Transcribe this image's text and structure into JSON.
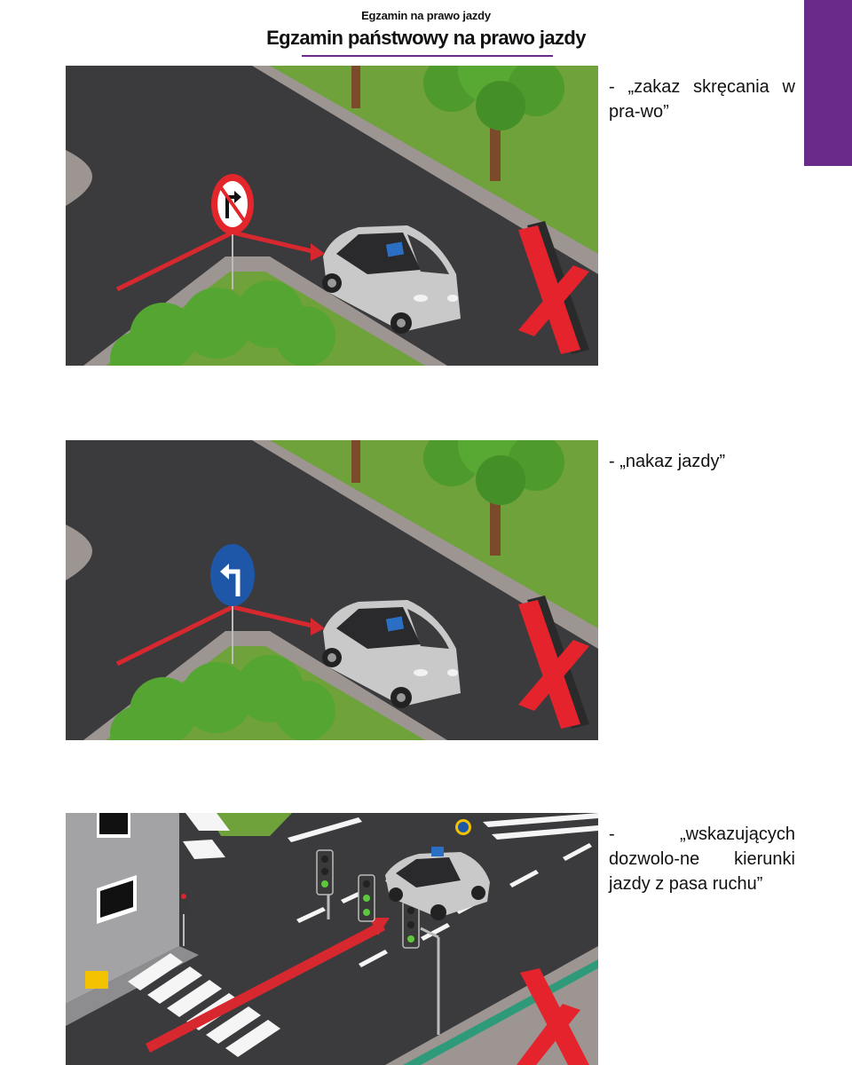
{
  "header": {
    "subtitle": "Egzamin na prawo jazdy",
    "title": "Egzamin państwowy na prawo jazdy"
  },
  "items": [
    {
      "caption": "- „zakaz skręcania w pra-wo”",
      "sign": "no-right-turn-sign-icon"
    },
    {
      "caption": "- „nakaz jazdy”",
      "sign": "turn-left-mandatory-sign-icon"
    },
    {
      "caption": "- „wskazujących dozwolo-ne kierunki jazdy z pasa ruchu”",
      "sign": "traffic-lights-icon"
    }
  ],
  "colors": {
    "accent": "#6a2a8a",
    "road": "#3b3b3d",
    "grass": "#6fa23a",
    "sidewalk": "#9c9592",
    "cross": "#e4232c",
    "arrow": "#d7282f",
    "sign_blue": "#1f57a8"
  }
}
